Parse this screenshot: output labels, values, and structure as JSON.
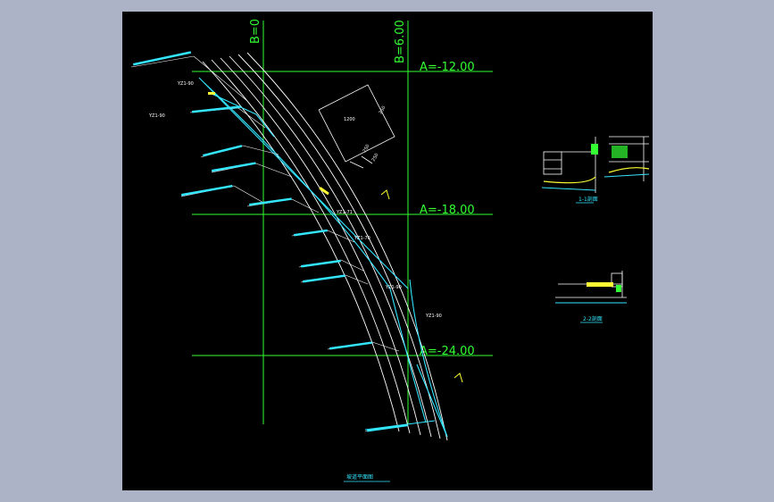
{
  "drawing": {
    "grid_labels": {
      "b0": "B=0",
      "b6": "B=6.00",
      "a12": "A=-12.00",
      "a18": "A=-18.00",
      "a24": "A=-24.00"
    },
    "dimensions": {
      "d1": "1200",
      "d2": "250",
      "d3": "250",
      "d4": "250"
    },
    "tags": {
      "t1": "YZ1-90",
      "t2": "YZ1-90",
      "t3": "YZ1-90",
      "t4": "YZ1-71",
      "t5": "YZ1-70",
      "t6": "YZ1-90"
    },
    "main_title": "坡道平面图",
    "detail_title_1": "1-1剖面",
    "detail_title_2": "2-2剖面"
  },
  "colors": {
    "canvas": "#000000",
    "frame": "#adb3c6",
    "grid": "#33ff33",
    "lines": "#ffffff",
    "accent": "#33e6ff",
    "highlight": "#ffff33"
  }
}
